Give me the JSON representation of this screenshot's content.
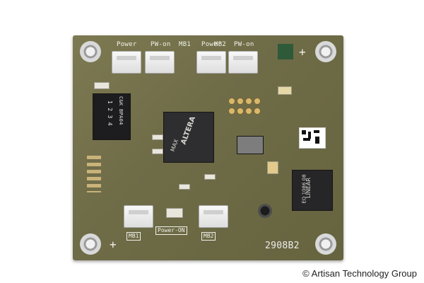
{
  "photo": {
    "board_id": "2908B2",
    "connector_top_labels": [
      "Power",
      "PW-on",
      "MB1",
      "Power",
      "PW-on",
      "MB2"
    ],
    "connector_bottom_labels": [
      "MB1",
      "Power-ON",
      "MB2"
    ],
    "dip_switch_label": "C&K BPA04",
    "dip_switch_numbers": "1 2 3 4",
    "cpld_brand": "ALTERA",
    "cpld_family": "MAX",
    "regulator_brand": "LINEAR",
    "regulator_part": "EQ 1086 08",
    "plus_markings": [
      "+",
      "+"
    ],
    "copyright": "© Artisan Technology Group"
  }
}
